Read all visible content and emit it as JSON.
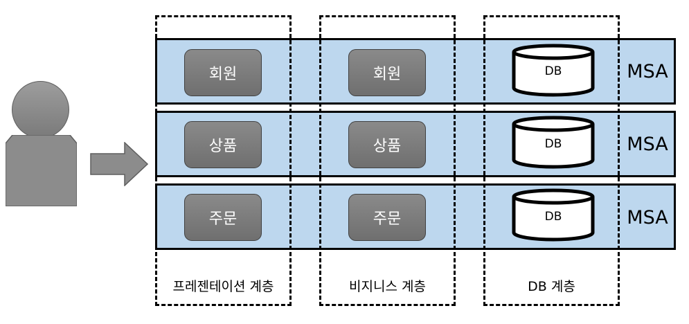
{
  "layers": [
    {
      "label": "프레젠테이션 계층"
    },
    {
      "label": "비지니스 계층"
    },
    {
      "label": "DB 계층"
    }
  ],
  "rows": [
    {
      "service": "회원",
      "db": "DB",
      "msa": "MSA"
    },
    {
      "service": "상품",
      "db": "DB",
      "msa": "MSA"
    },
    {
      "service": "주문",
      "db": "DB",
      "msa": "MSA"
    }
  ],
  "colors": {
    "row_fill": "#bdd7ee",
    "service_fill": "#7f7f7f",
    "user_fill": "#8c8c8c"
  },
  "icons": {
    "user": "user-icon",
    "arrow": "right-arrow-icon",
    "database": "database-icon"
  }
}
